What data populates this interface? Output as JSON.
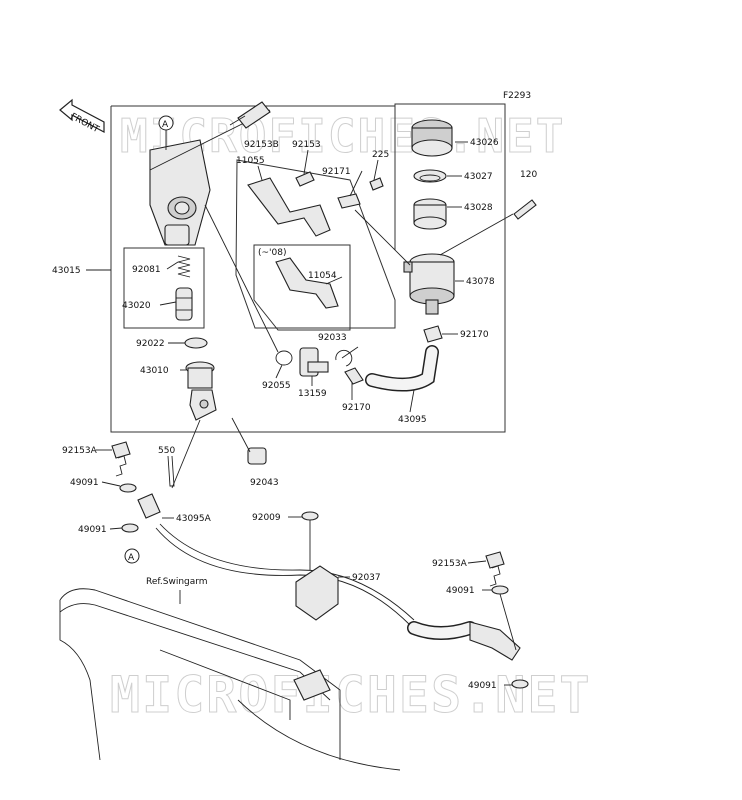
{
  "figure_code": "F2293",
  "watermark": "MICROFICHES.NET",
  "front_label": "FRONT",
  "ref_label": "Ref.Swingarm",
  "variant_label": "(~'08)",
  "callout_a": "A",
  "parts": {
    "p43015": "43015",
    "p92153B": "92153B",
    "p92153": "92153",
    "p11055": "11055",
    "p92171": "92171",
    "p225": "225",
    "p11054": "11054",
    "p92081": "92081",
    "p43020": "43020",
    "p92022": "92022",
    "p92033": "92033",
    "p43010": "43010",
    "p92055": "92055",
    "p13159": "13159",
    "p92170a": "92170",
    "p92170b": "92170",
    "p43095": "43095",
    "p43026": "43026",
    "p43027": "43027",
    "p43028": "43028",
    "p120": "120",
    "p43078": "43078",
    "p92153A1": "92153A",
    "p550": "550",
    "p92043": "92043",
    "p49091a": "49091",
    "p43095A": "43095A",
    "p49091b": "49091",
    "p92009": "92009",
    "p92037": "92037",
    "p92153A2": "92153A",
    "p49091c": "49091",
    "p49091d": "49091"
  }
}
